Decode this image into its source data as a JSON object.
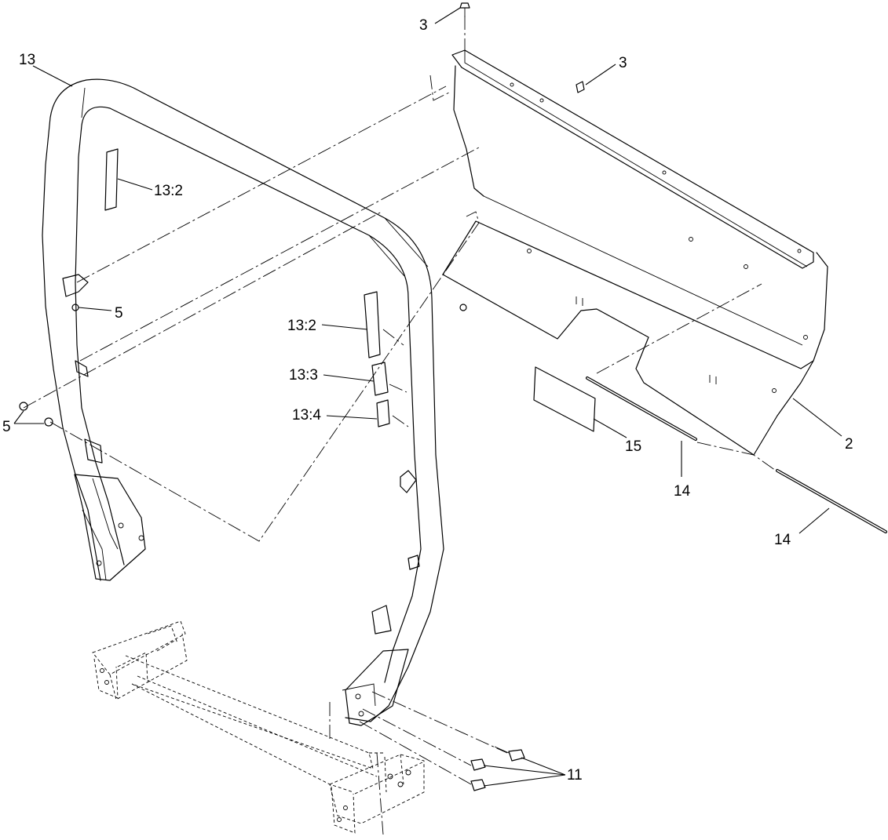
{
  "diagram": {
    "callouts": [
      {
        "id": "c-3-top",
        "text": "3"
      },
      {
        "id": "c-3-right",
        "text": "3"
      },
      {
        "id": "c-13",
        "text": "13"
      },
      {
        "id": "c-13-2-left",
        "text": "13:2"
      },
      {
        "id": "c-5-right",
        "text": "5"
      },
      {
        "id": "c-5-left",
        "text": "5"
      },
      {
        "id": "c-13-2-mid",
        "text": "13:2"
      },
      {
        "id": "c-13-3",
        "text": "13:3"
      },
      {
        "id": "c-13-4",
        "text": "13:4"
      },
      {
        "id": "c-15",
        "text": "15"
      },
      {
        "id": "c-14-mid",
        "text": "14"
      },
      {
        "id": "c-2",
        "text": "2"
      },
      {
        "id": "c-14-right",
        "text": "14"
      },
      {
        "id": "c-11",
        "text": "11"
      }
    ]
  }
}
